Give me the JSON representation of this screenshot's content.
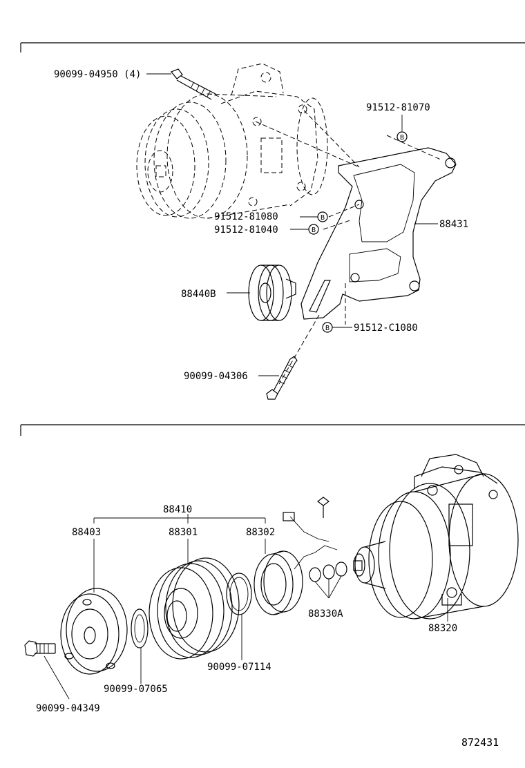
{
  "diagram_id": "872431",
  "upper_section": {
    "bolt_top": "90099-04950 (4)",
    "bolt_lower_right_1": "91512-81070",
    "bolt_mid_1": "91512-81080",
    "bolt_mid_2": "91512-81040",
    "bracket": "88431",
    "idler_pulley": "88440B",
    "bolt_lower_right_2": "91512-C1080",
    "stud_bolt": "90099-04306",
    "bolt_marker": "B"
  },
  "lower_section": {
    "clutch_assembly": "88410",
    "pressure_plate": "88403",
    "rotor_pulley": "88301",
    "stator_coil": "88302",
    "snap_ring_rotor": "90099-07114",
    "shims": "88330A",
    "compressor": "88320",
    "snap_ring_plate": "90099-07065",
    "bolt_plate": "90099-04349"
  }
}
